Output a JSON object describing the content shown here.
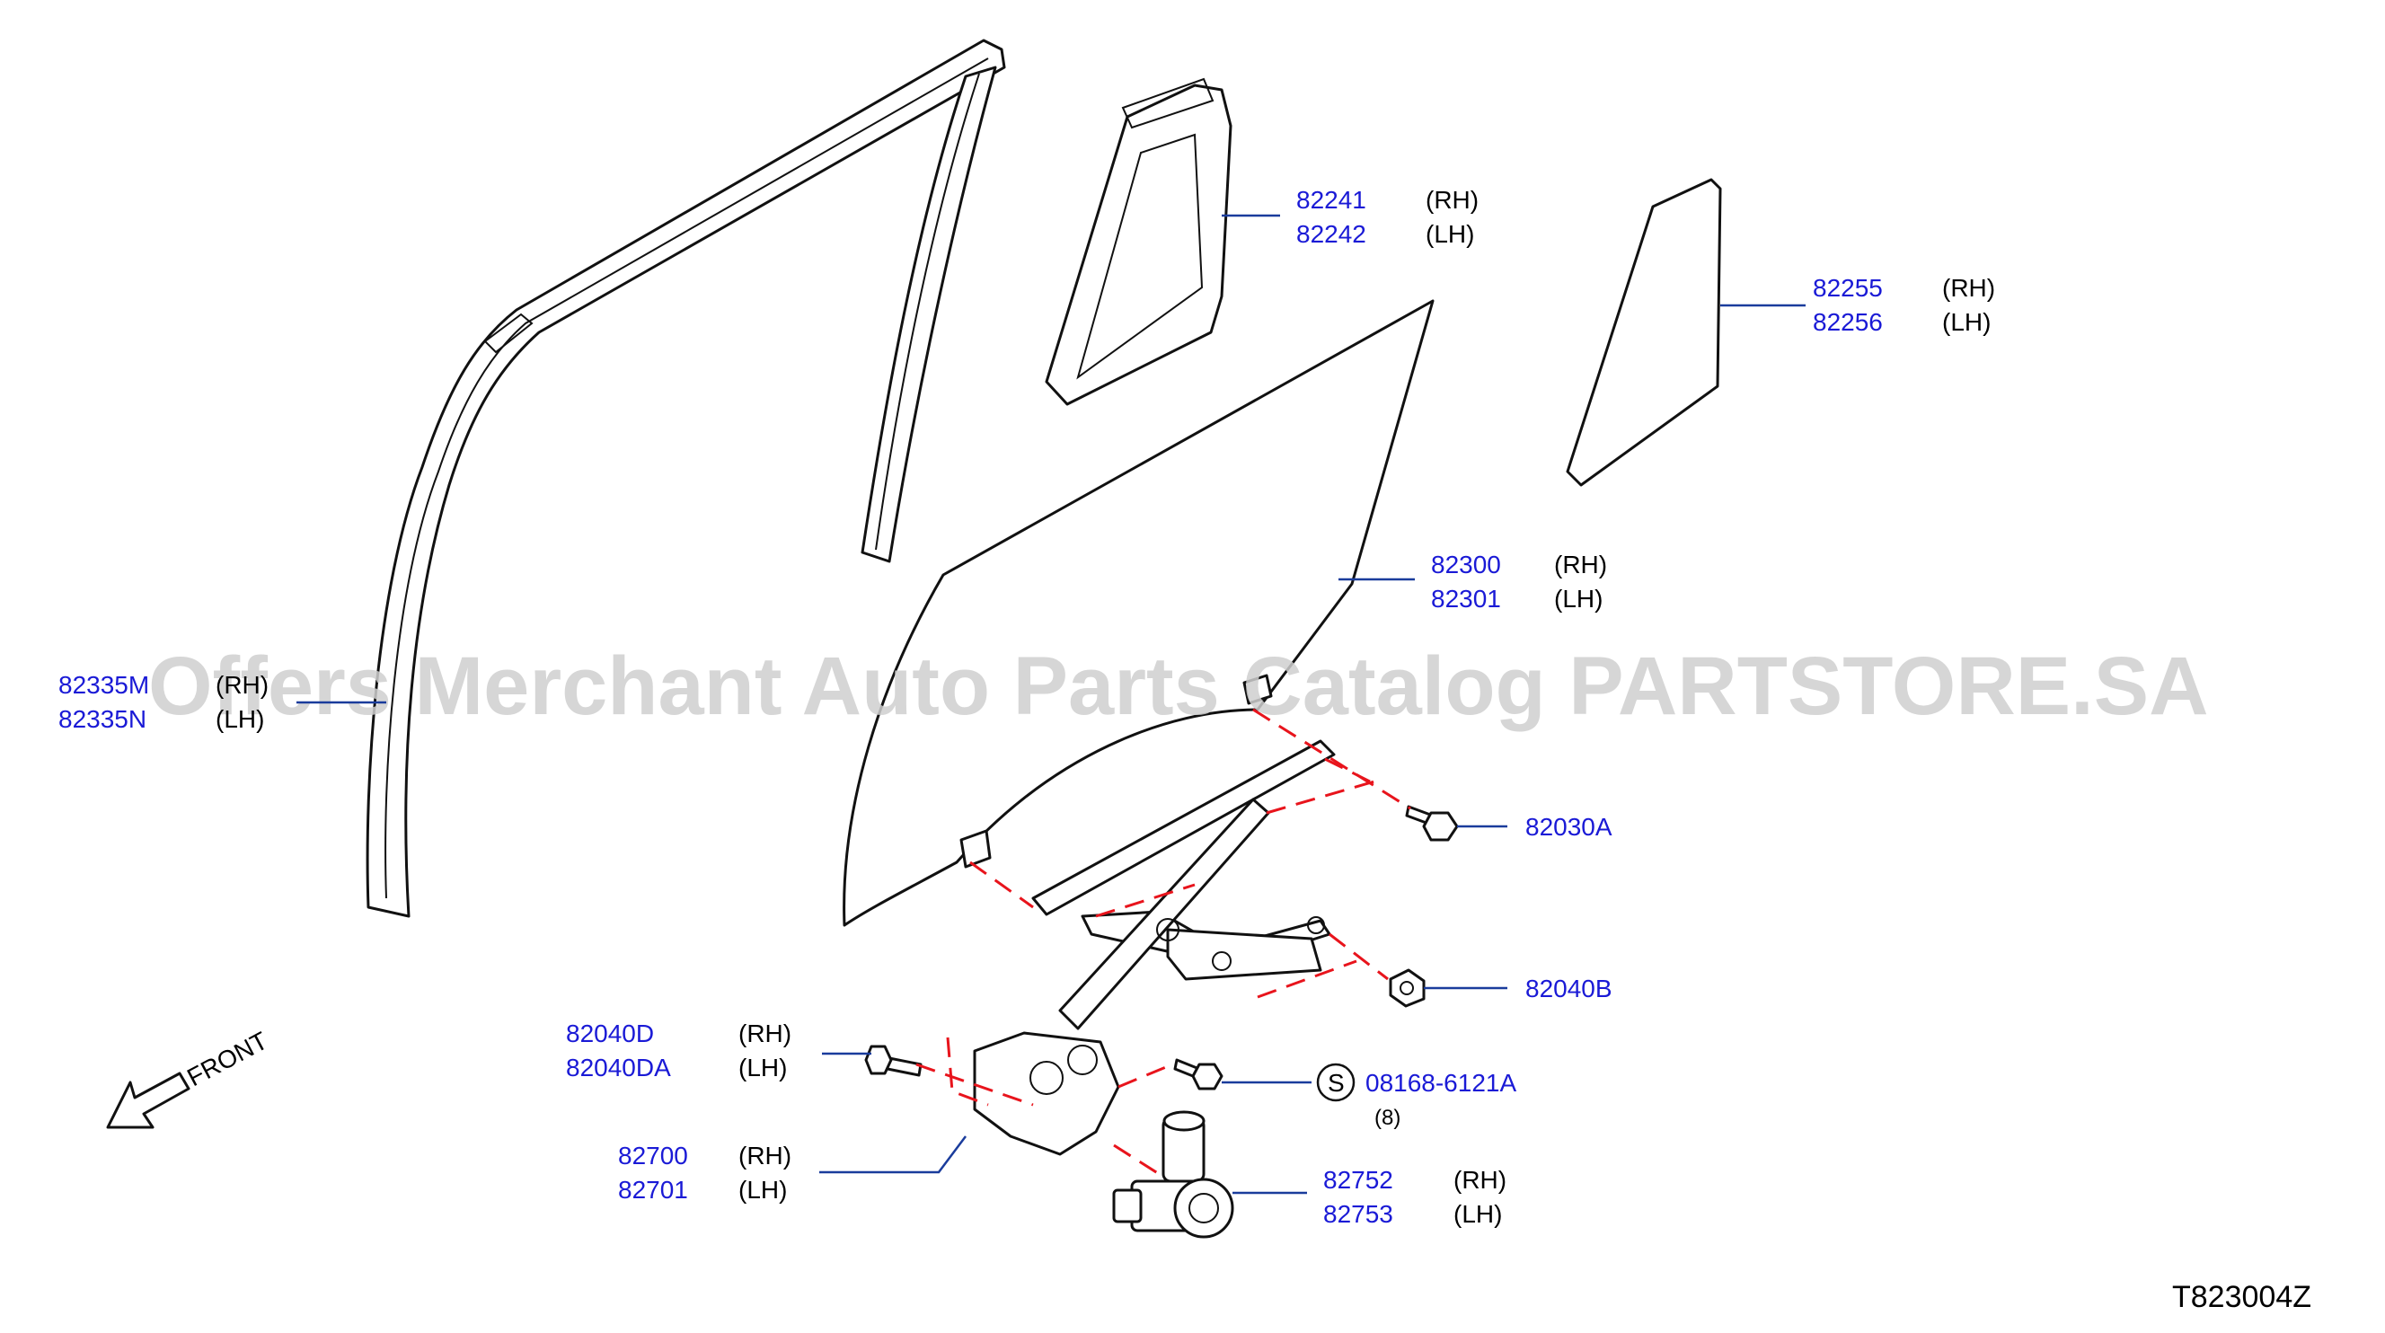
{
  "callouts": [
    {
      "id": "window-frame-sash",
      "numbers": [
        "82335M",
        "82335N"
      ],
      "sides": [
        "(RH)",
        "(LH)"
      ]
    },
    {
      "id": "partition-sash",
      "numbers": [
        "82241",
        "82242"
      ],
      "sides": [
        "(RH)",
        "(LH)"
      ]
    },
    {
      "id": "quarter-glass",
      "numbers": [
        "82255",
        "82256"
      ],
      "sides": [
        "(RH)",
        "(LH)"
      ]
    },
    {
      "id": "door-glass",
      "numbers": [
        "82300",
        "82301"
      ],
      "sides": [
        "(RH)",
        "(LH)"
      ]
    },
    {
      "id": "regulator-bolt-top",
      "numbers": [
        "82030A"
      ],
      "sides": []
    },
    {
      "id": "regulator-nut",
      "numbers": [
        "82040B"
      ],
      "sides": []
    },
    {
      "id": "regulator-bolt",
      "numbers": [
        "82040D",
        "82040DA"
      ],
      "sides": [
        "(RH)",
        "(LH)"
      ]
    },
    {
      "id": "standard-bolt",
      "numbers": [
        "08168-6121A"
      ],
      "symbol": "S",
      "quantity": "(8)"
    },
    {
      "id": "regulator-assembly",
      "numbers": [
        "82700",
        "82701"
      ],
      "sides": [
        "(RH)",
        "(LH)"
      ]
    },
    {
      "id": "regulator-motor",
      "numbers": [
        "82752",
        "82753"
      ],
      "sides": [
        "(RH)",
        "(LH)"
      ]
    }
  ],
  "front_label": "FRONT",
  "diagram_code": "T823004Z",
  "watermark": "Offers Merchant Auto Parts Catalog PARTSTORE.SA",
  "colors": {
    "part_number": "#1a1ad6",
    "leader": "#1a3c9c",
    "assembly_dash": "#e8141c"
  }
}
